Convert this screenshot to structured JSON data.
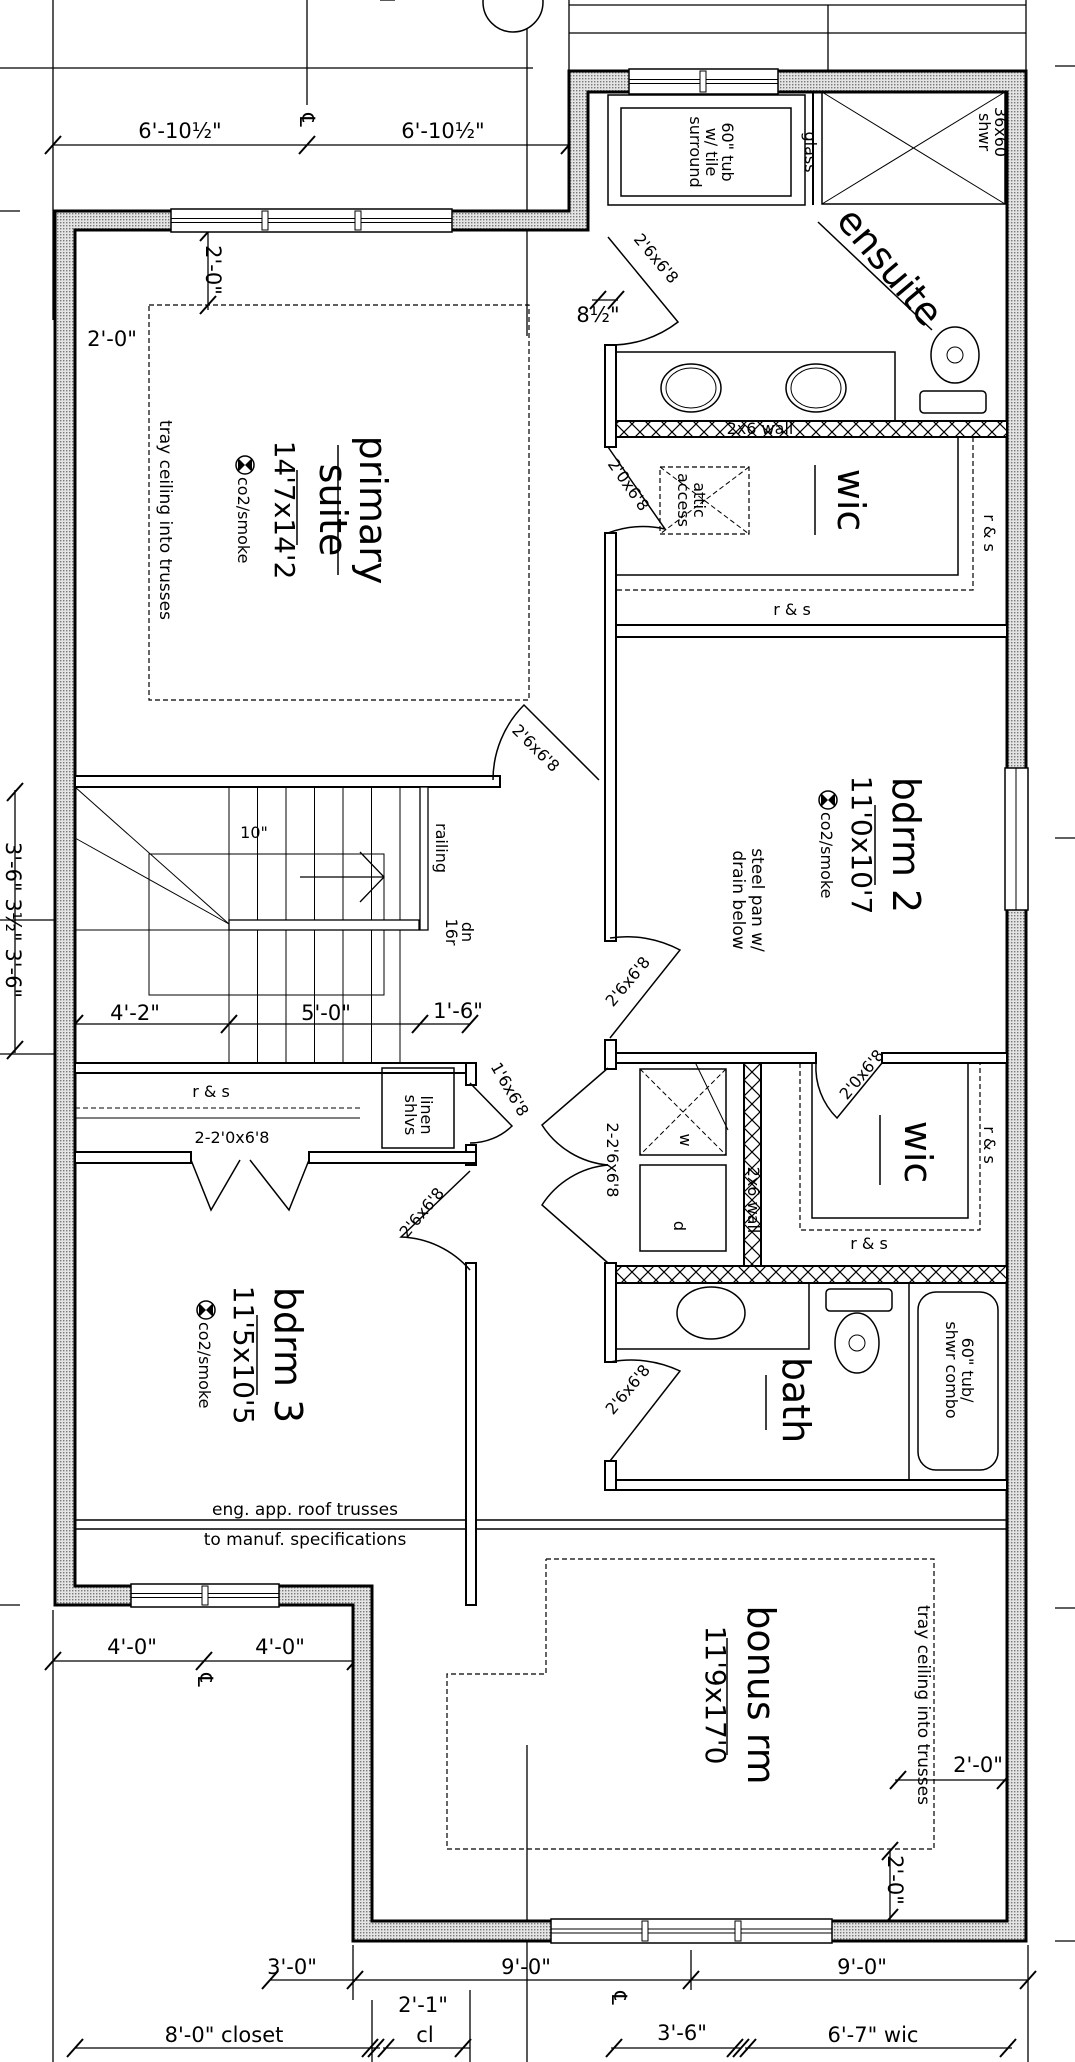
{
  "plan": {
    "rooms": {
      "primary": {
        "name1": "primary",
        "name2": "suite",
        "size": "14'7x14'2",
        "detector": "co2/smoke",
        "ceiling": "tray ceiling into trusses"
      },
      "ensuite": {
        "name": "ensuite",
        "tub": [
          "60\" tub",
          "w/ tile",
          "surround"
        ],
        "glass": "glass",
        "shower": [
          "36x60",
          "shwr"
        ],
        "wall": "2x6 wall"
      },
      "wic1": {
        "name": "wic",
        "attic": [
          "attic",
          "access"
        ],
        "rs_side": "r & s",
        "rs_bottom": "r & s"
      },
      "bdrm2": {
        "name": "bdrm 2",
        "size": "11'0x10'7",
        "detector": "co2/smoke",
        "note": [
          "steel pan w/",
          "drain below"
        ]
      },
      "stair": {
        "tread": "10\"",
        "railing": "railing",
        "dn": [
          "dn",
          "16r"
        ]
      },
      "hall": {
        "rs": "r & s",
        "linen": [
          "linen",
          "shlvs"
        ],
        "closet_doors": "2-2'0x6'8",
        "laundry_doors": "2-2'6x6'8",
        "washer": "w",
        "dryer": "d"
      },
      "wic2": {
        "name": "wic",
        "rs_side": "r & s",
        "rs_bottom": "r & s",
        "wall": "2x6 wall"
      },
      "bdrm3": {
        "name": "bdrm 3",
        "size": "11'5x10'5",
        "detector": "co2/smoke"
      },
      "bath": {
        "name": "bath",
        "tub": [
          "60\" tub/",
          "shwr combo"
        ]
      },
      "bonus": {
        "name": "bonus rm",
        "size": "11'9x17'0",
        "ceiling": "tray ceiling into trusses"
      },
      "truss_note": [
        "eng. app. roof trusses",
        "to manuf. specifications"
      ]
    },
    "doors": {
      "ensuite": "2'6x6'8",
      "wic1": "2'0x6'8",
      "primary": "2'6x6'8",
      "bdrm2": "2'6x6'8",
      "linen": "1'6x6'8",
      "bdrm3": "2'6x6'8",
      "bath": "2'6x6'8",
      "wic2": "2'0x6'8"
    },
    "dimensions": {
      "centerline": "℄",
      "top_left": "6'-10½\"",
      "top_right": "6'-10½\"",
      "primary_window_offset": "2'-0\"",
      "primary_tray_offset": "2'-0\"",
      "door_offset": "8½\"",
      "stair_a": "4'-2\"",
      "stair_b": "5'-0\"",
      "stair_c": "1'-6\"",
      "left_side": "3'-6\"  3½\"  3'-6\"",
      "bdrm3_window_a": "4'-0\"",
      "bdrm3_window_b": "4'-0\"",
      "bonus_tray_side": "2'-0\"",
      "bonus_tray_bottom": "2'-0\"",
      "bottom_a": "3'-0\"",
      "bottom_b": "9'-0\"",
      "bottom_c": "9'-0\"",
      "closet": "8'-0\" closet",
      "cl_width": "2'-1\"",
      "cl": "cl",
      "mid": "3'-6\"",
      "wic": "6'-7\" wic"
    }
  }
}
